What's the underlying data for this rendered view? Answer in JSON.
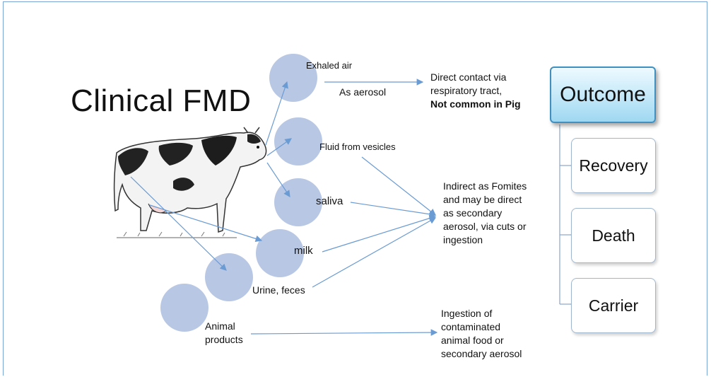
{
  "title": "Clinical FMD",
  "sources": {
    "exhaled_air": "Exhaled air",
    "fluid": "Fluid from vesicles",
    "saliva": "saliva",
    "milk": "milk",
    "urine": "Urine, feces",
    "animal_products": [
      "Animal",
      "products"
    ]
  },
  "route_label": "As aerosol",
  "effects": {
    "direct": [
      "Direct contact via",
      "respiratory tract,"
    ],
    "direct_bold": "Not common in Pig",
    "indirect": [
      "Indirect as Fomites",
      "and may be direct",
      "as secondary",
      "aerosol, via cuts or",
      "ingestion"
    ],
    "ingestion": [
      "Ingestion of",
      "contaminated",
      "animal food or",
      "secondary aerosol"
    ]
  },
  "outcome": {
    "title": "Outcome",
    "items": [
      "Recovery",
      "Death",
      "Carrier"
    ]
  },
  "colors": {
    "circle": "#b8c7e3",
    "arrow": "#6a9bd3",
    "outcome_border": "#3f8fc0"
  }
}
